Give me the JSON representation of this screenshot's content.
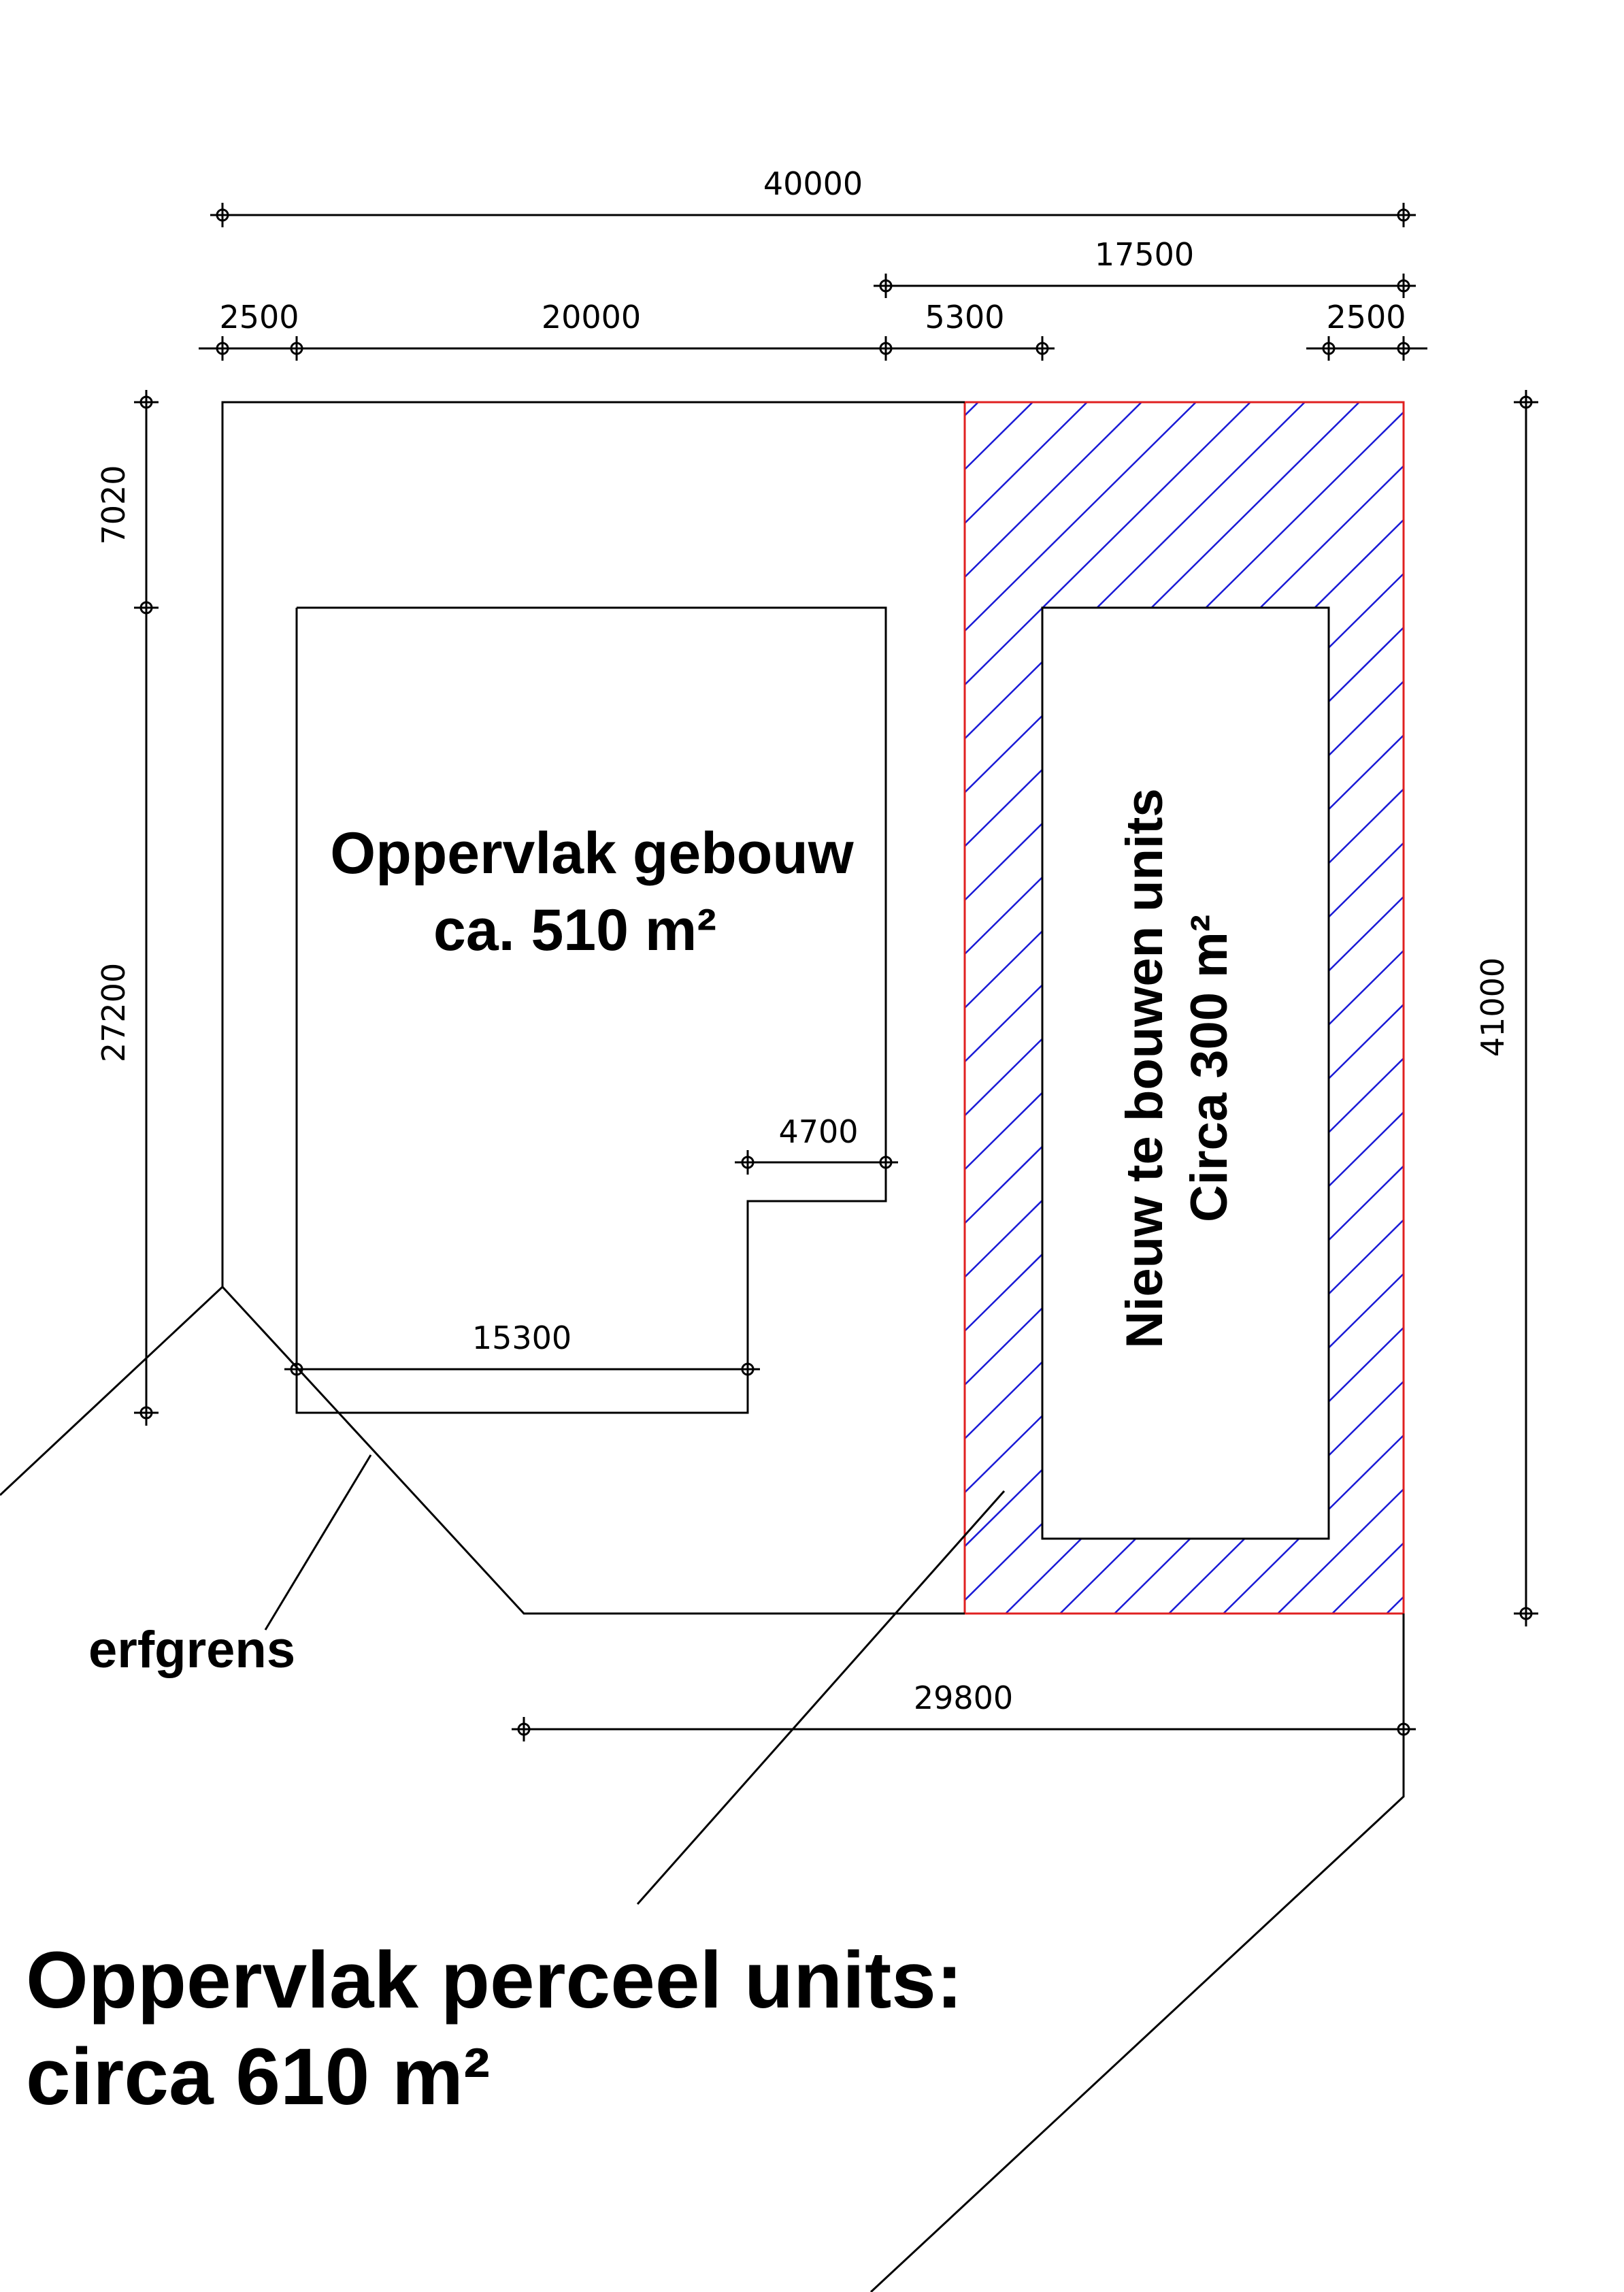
{
  "dimensions": {
    "overall_width": "40000",
    "right_part": "17500",
    "left_margin": "2500",
    "building_width": "20000",
    "gap": "5300",
    "right_margin": "2500",
    "top_depth": "7020",
    "building_depth": "27200",
    "total_depth": "41000",
    "notch": "4700",
    "building_bottom": "15300",
    "bottom_width": "29800"
  },
  "labels": {
    "building_line1": "Oppervlak gebouw",
    "building_line2": "ca. 510 m²",
    "units_line1": "Nieuw te bouwen units",
    "units_line2": "Circa 300 m²",
    "boundary": "erfgrens",
    "plot_line1": "Oppervlak perceel units:",
    "plot_line2": "circa 610 m²"
  },
  "colors": {
    "hatch": "#1a1ad6",
    "plot_outline": "#e02020",
    "lines": "#000000"
  }
}
